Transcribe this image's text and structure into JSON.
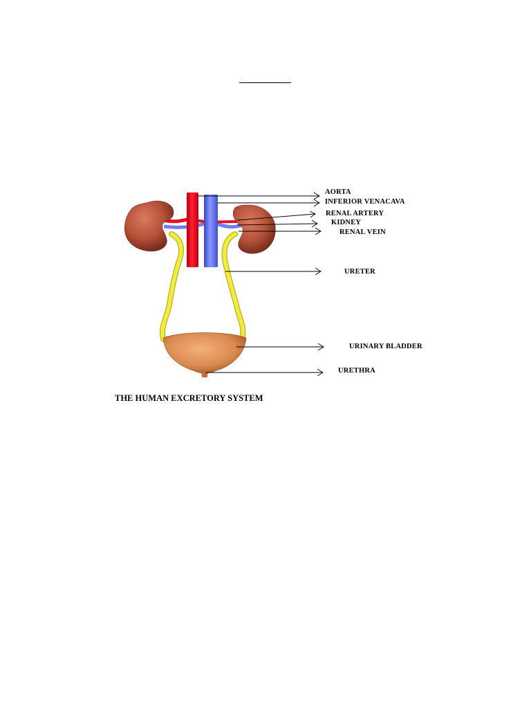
{
  "diagram": {
    "labels": {
      "aorta": "AORTA",
      "inferior_venacava": "INFERIOR VENACAVA",
      "renal_artery": "RENAL ARTERY",
      "kidney": "KIDNEY",
      "renal_vein": "RENAL VEIN",
      "ureter": "URETER",
      "urinary_bladder": "URINARY BLADDER",
      "urethra": "URETHRA"
    },
    "caption": "THE HUMAN EXCRETORY SYSTEM",
    "colors": {
      "aorta": "#e8101e",
      "venacava": "#5a6cf0",
      "kidney": "#b5523a",
      "ureter": "#f2ec3c",
      "bladder": "#d98a4e"
    }
  }
}
